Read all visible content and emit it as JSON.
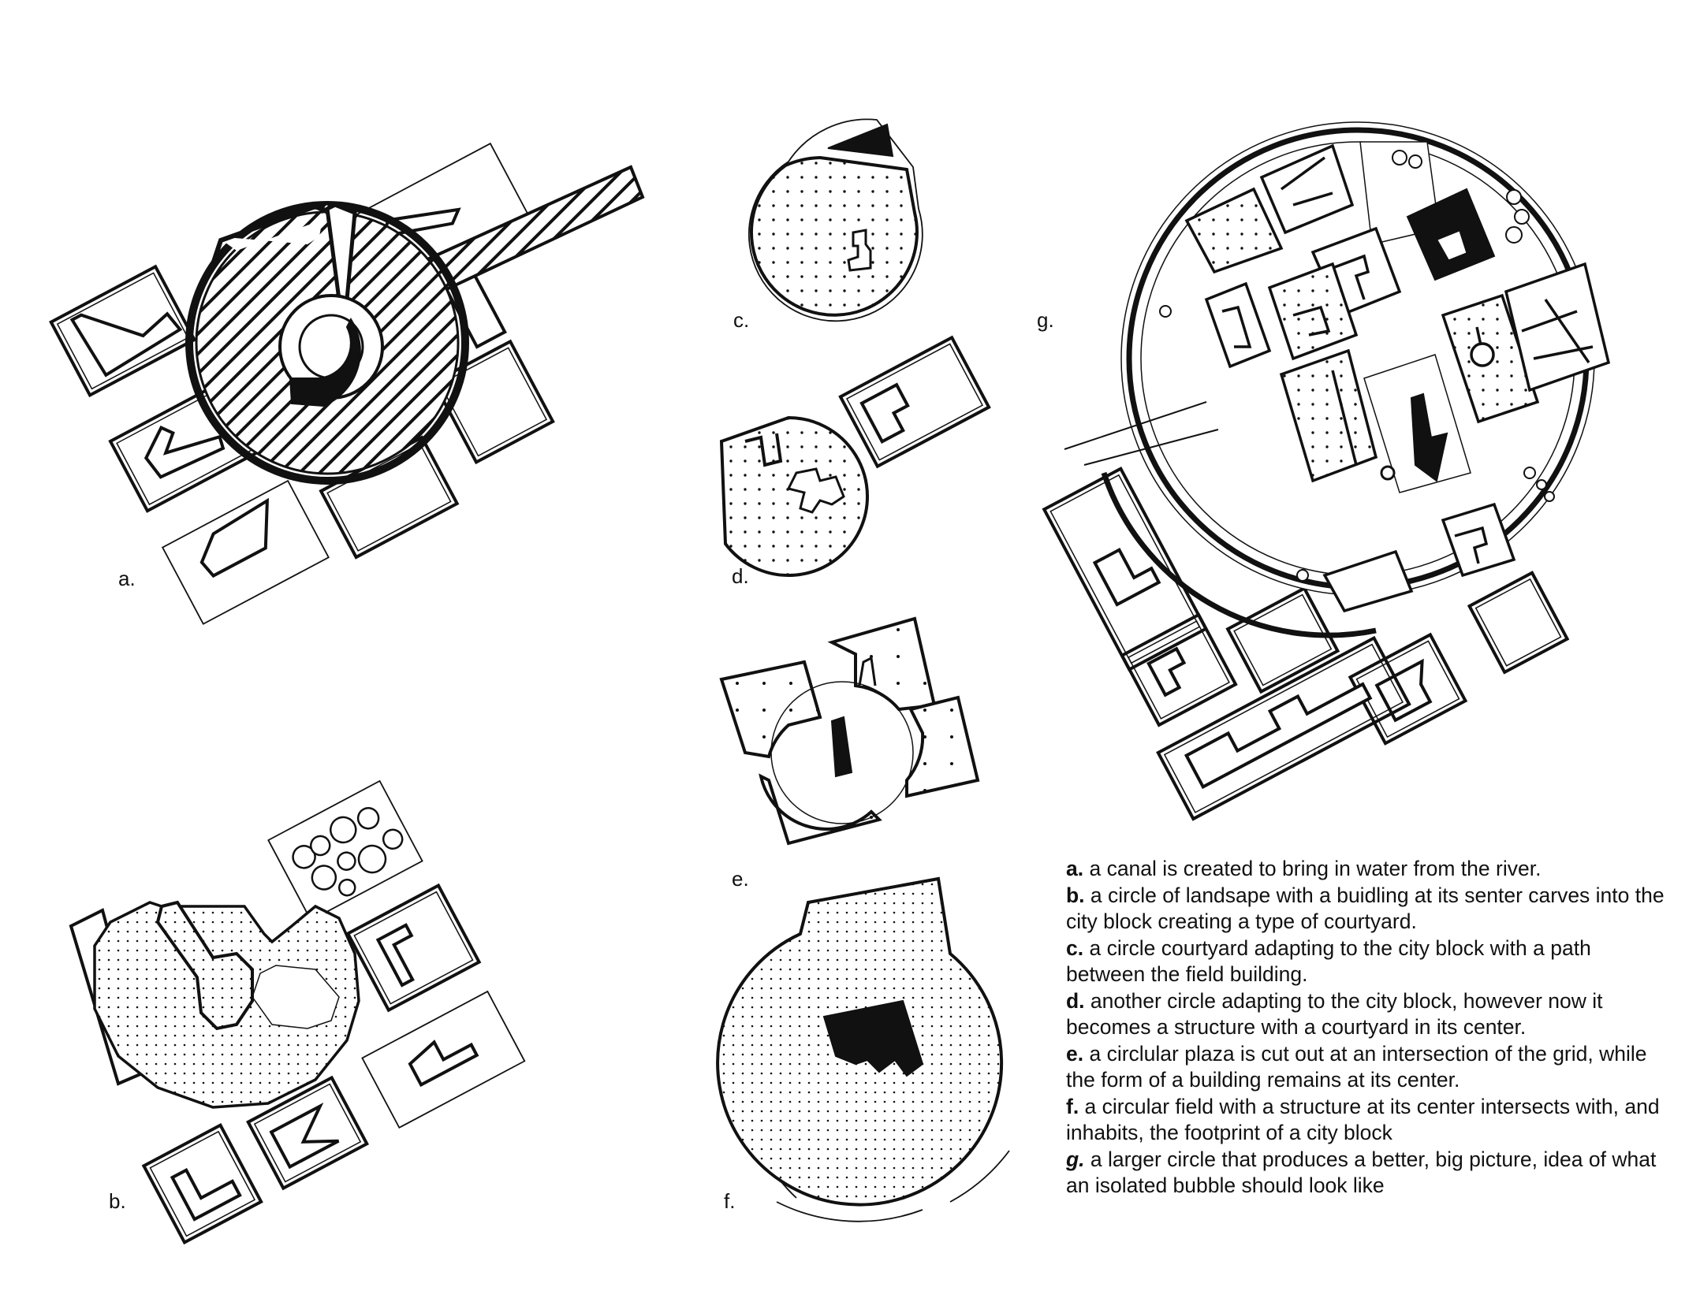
{
  "labels": {
    "a": "a.",
    "b": "b.",
    "c": "c.",
    "d": "d.",
    "e": "e.",
    "f": "f.",
    "g": "g."
  },
  "captions": [
    {
      "key": "a.",
      "text": " a canal is created to bring in water from the river."
    },
    {
      "key": "b.",
      "text": " a circle of landsape with a buidling at its senter carves into the city block creating a type of courtyard."
    },
    {
      "key": "c.",
      "text": " a circle courtyard adapting to the city block with a path between the field building."
    },
    {
      "key": "d.",
      "text": " another circle adapting to the city block, however now it becomes a structure with a courtyard in its center."
    },
    {
      "key": "e.",
      "text": " a circlular plaza is cut out at an intersection of the grid, while the form of a building remains at its center."
    },
    {
      "key": "f.",
      "text": " a circular field with a structure at its center intersects with, and inhabits, the footprint of a city block"
    },
    {
      "key": "g.",
      "text": " a larger circle that produces a better, big picture, idea of what an isolated bubble should look like"
    }
  ],
  "colors": {
    "ink": "#111111",
    "paper": "#ffffff"
  }
}
